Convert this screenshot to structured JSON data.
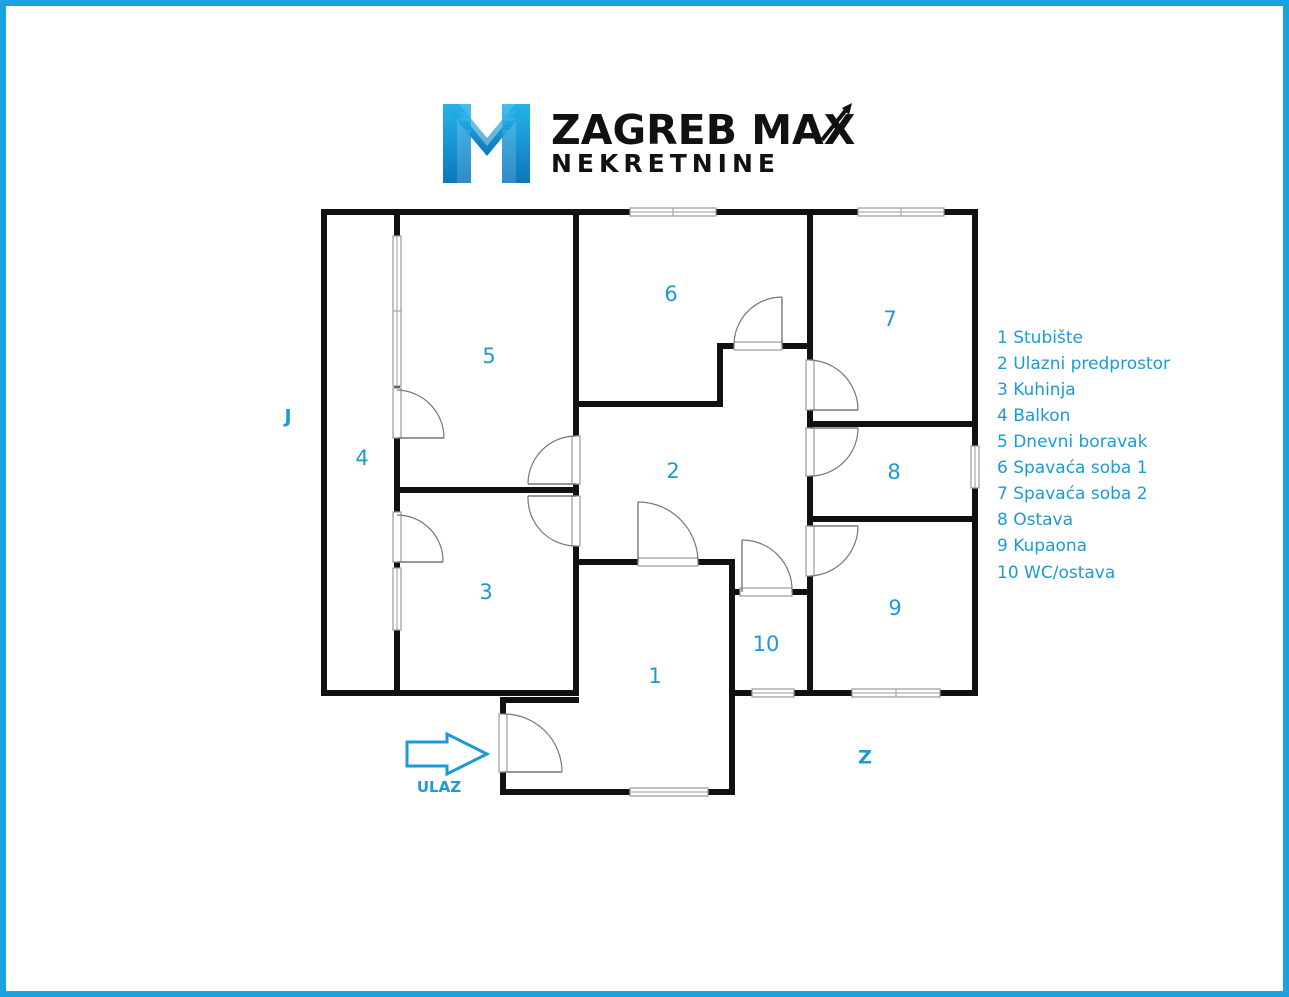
{
  "brand": {
    "name": "ZAGREB MAX",
    "subtitle": "NEKRETNINE"
  },
  "compass": {
    "west": "J",
    "east": "Z"
  },
  "entrance": {
    "label": "ULAZ"
  },
  "rooms": [
    {
      "number": "1"
    },
    {
      "number": "2"
    },
    {
      "number": "3"
    },
    {
      "number": "4"
    },
    {
      "number": "5"
    },
    {
      "number": "6"
    },
    {
      "number": "7"
    },
    {
      "number": "8"
    },
    {
      "number": "9"
    },
    {
      "number": "10"
    }
  ],
  "legend": [
    "1 Stubište",
    "2 Ulazni predprostor",
    "3 Kuhinja",
    "4 Balkon",
    "5 Dnevni boravak",
    "6 Spavaća soba 1",
    "7 Spavaća soba 2",
    "8 Ostava",
    "9 Kupaona",
    "10 WC/ostava"
  ],
  "colors": {
    "frame": "#1aa3e0",
    "accent": "#1b9ad6",
    "walls": "#111111"
  }
}
